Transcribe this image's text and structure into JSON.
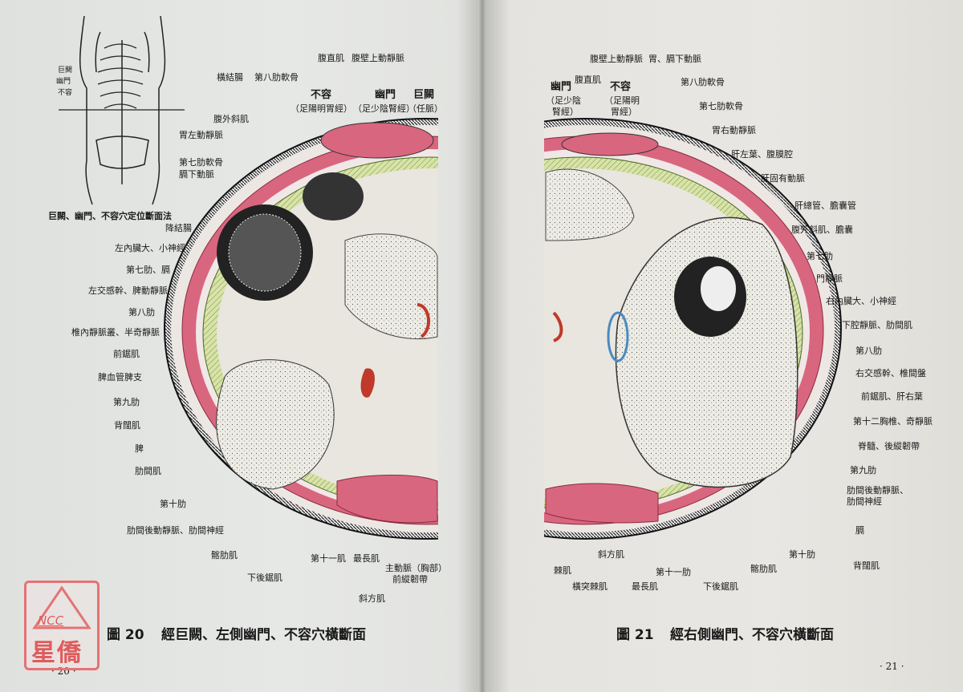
{
  "left": {
    "inset_labels": [
      "巨闕",
      "幽門",
      "不容"
    ],
    "inset_caption": "巨闕、幽門、不容穴定位斷面法",
    "labels": [
      "腹直肌",
      "腹壁上動靜脈",
      "橫結腸",
      "第八肋軟骨",
      "不容",
      "（足陽明胃經）",
      "幽門",
      "（足少陰腎經）",
      "巨闕",
      "（任脈）",
      "腹外斜肌",
      "胃左動靜脈",
      "第七肋軟骨",
      "膈下動脈",
      "降結腸",
      "左內臟大、小神經",
      "第七肋、膈",
      "左交感幹、脾動靜脈",
      "第八肋",
      "椎內靜脈叢、半奇靜脈",
      "前鋸肌",
      "脾血管脾支",
      "第九肋",
      "背闊肌",
      "脾",
      "肋間肌",
      "第十肋",
      "肋間後動靜脈、肋間神經",
      "髂肋肌",
      "下後鋸肌",
      "第十一肌",
      "最長肌",
      "主動脈（胸部）",
      "前縱韌帶",
      "斜方肌"
    ],
    "figure_number": "圖 20",
    "figure_title": "經巨闕、左側幽門、不容穴橫斷面",
    "page_number": "· 20 ·"
  },
  "right": {
    "labels": [
      "腹壁上動靜脈",
      "胃、膈下動脈",
      "幽門",
      "（足少陰",
      "腎經）",
      "腹直肌",
      "不容",
      "（足陽明",
      "胃經）",
      "第八肋軟骨",
      "第七肋軟骨",
      "胃右動靜脈",
      "肝左葉、腹膜腔",
      "肝固有動脈",
      "肝總管、膽囊管",
      "腹外斜肌、膽囊",
      "第七肋",
      "門靜脈",
      "右內臟大、小神經",
      "下腔靜脈、肋間肌",
      "第八肋",
      "右交感幹、椎間盤",
      "前鋸肌、肝右葉",
      "第十二胸椎、奇靜脈",
      "脊髓、後縱韌帶",
      "第九肋",
      "肋間後動靜脈、",
      "肋間神經",
      "膈",
      "背闊肌",
      "第十肋",
      "髂肋肌",
      "下後鋸肌",
      "第十一肋",
      "最長肌",
      "斜方肌",
      "棘肌",
      "橫突棘肌"
    ],
    "figure_number": "圖 21",
    "figure_title": "經右側幽門、不容穴橫斷面",
    "page_number": "· 21 ·"
  },
  "watermark": {
    "text_latin": "NCC",
    "text_cn": "星僑"
  },
  "colors": {
    "muscle": "#d9667f",
    "fascia": "#c9d98a",
    "stamp": "#e57373"
  }
}
